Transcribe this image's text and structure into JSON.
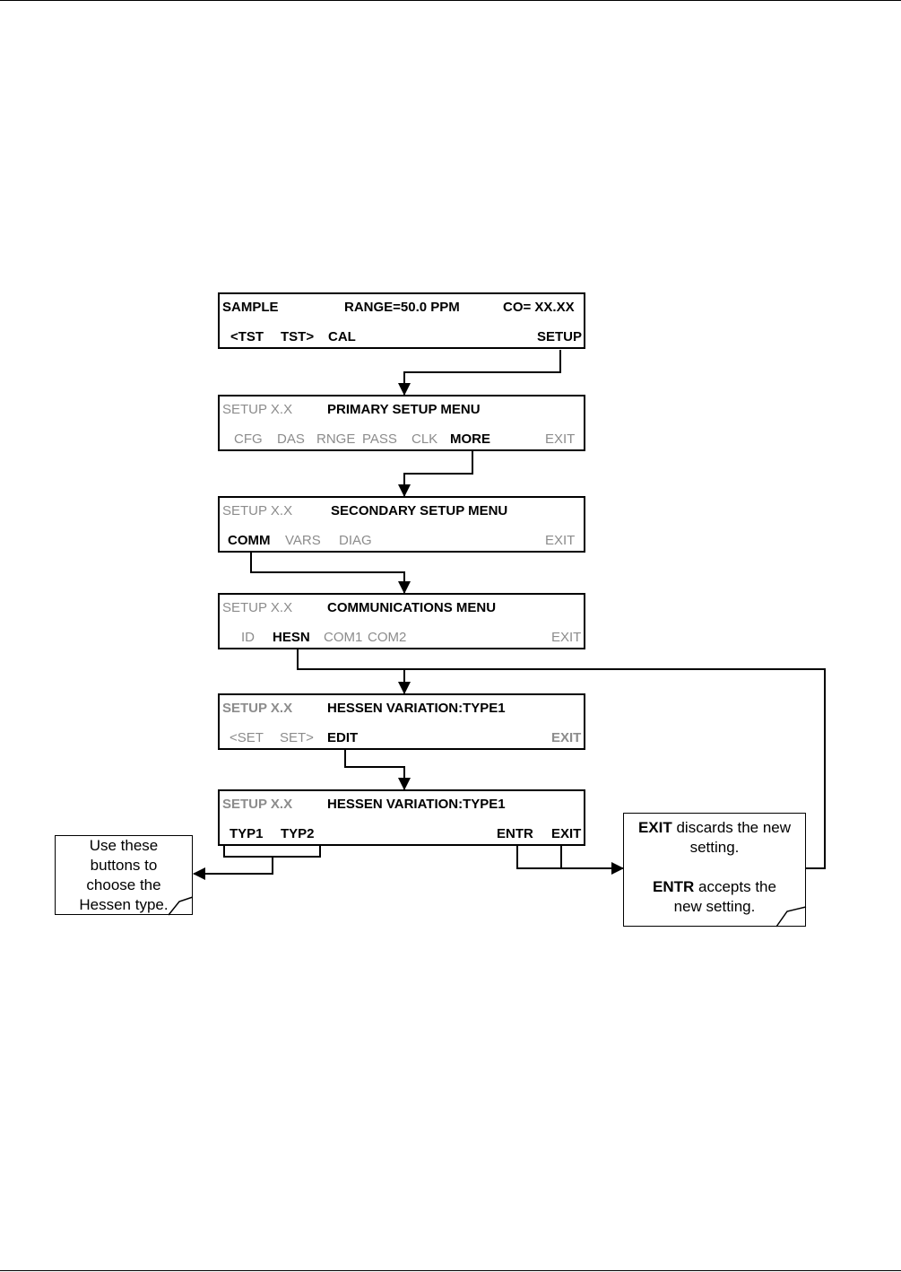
{
  "panels": [
    {
      "status": "SAMPLE",
      "title": "RANGE=50.0 PPM",
      "reading": "CO= XX.XX",
      "buttons": {
        "tst_prev": "<TST",
        "tst_next": "TST>",
        "cal": "CAL",
        "setup": "SETUP"
      }
    },
    {
      "status": "SETUP X.X",
      "title": "PRIMARY SETUP MENU",
      "buttons": {
        "cfg": "CFG",
        "das": "DAS",
        "rnge": "RNGE",
        "pass": "PASS",
        "clk": "CLK",
        "more": "MORE",
        "exit": "EXIT"
      }
    },
    {
      "status": "SETUP X.X",
      "title": "SECONDARY SETUP MENU",
      "buttons": {
        "comm": "COMM",
        "vars": "VARS",
        "diag": "DIAG",
        "exit": "EXIT"
      }
    },
    {
      "status": "SETUP X.X",
      "title": "COMMUNICATIONS MENU",
      "buttons": {
        "id": "ID",
        "hesn": "HESN",
        "com1": "COM1",
        "com2": "COM2",
        "exit": "EXIT"
      }
    },
    {
      "status": "SETUP X.X",
      "title": "HESSEN VARIATION:TYPE1",
      "buttons": {
        "set_prev": "<SET",
        "set_next": "SET>",
        "edit": "EDIT",
        "exit": "EXIT"
      }
    },
    {
      "status": "SETUP X.X",
      "title": "HESSEN VARIATION:TYPE1",
      "buttons": {
        "typ1": "TYP1",
        "typ2": "TYP2",
        "entr": "ENTR",
        "exit": "EXIT"
      }
    }
  ],
  "callouts": {
    "hessen_type": {
      "lines": [
        "Use these",
        "buttons to",
        "choose the",
        "Hessen type."
      ]
    },
    "exit_entr": {
      "exit_key": "EXIT",
      "exit_text": " discards the new",
      "exit_text2": "setting.",
      "entr_key": "ENTR",
      "entr_text": " accepts the",
      "entr_text2": "new setting."
    }
  }
}
